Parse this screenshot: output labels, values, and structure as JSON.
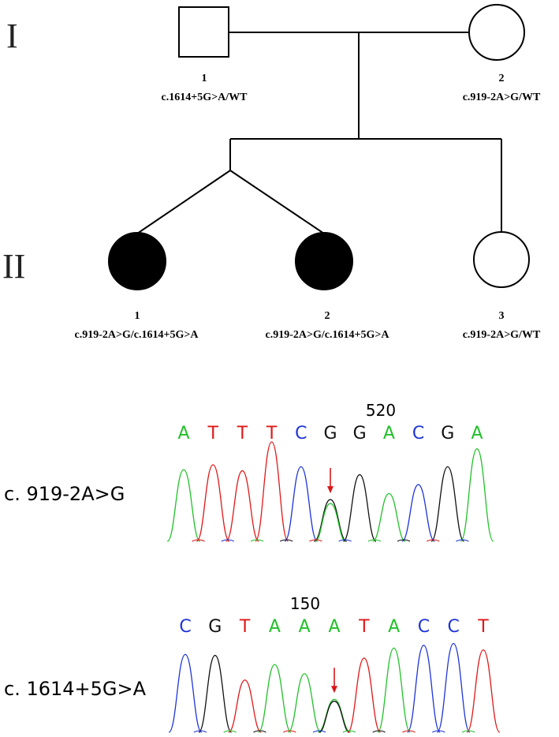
{
  "pedigree": {
    "generations": [
      "I",
      "II"
    ],
    "members": [
      {
        "id": "I-1",
        "sex": "male",
        "affected": false,
        "number": "1",
        "genotype": "c.1614+5G>A/WT"
      },
      {
        "id": "I-2",
        "sex": "female",
        "affected": false,
        "number": "2",
        "genotype": "c.919-2A>G/WT"
      },
      {
        "id": "II-1",
        "sex": "female",
        "affected": true,
        "number": "1",
        "genotype": "c.919-2A>G/c.1614+5G>A"
      },
      {
        "id": "II-2",
        "sex": "female",
        "affected": true,
        "number": "2",
        "genotype": "c.919-2A>G/c.1614+5G>A"
      },
      {
        "id": "II-3",
        "sex": "female",
        "affected": false,
        "number": "3",
        "genotype": "c.919-2A>G/WT"
      }
    ]
  },
  "chromatograms": [
    {
      "variant": "c. 919-2A>G",
      "position_label": "520",
      "bases": [
        "A",
        "T",
        "T",
        "T",
        "C",
        "G",
        "G",
        "A",
        "C",
        "G",
        "A"
      ],
      "mutation_index": 5,
      "peak_heights": [
        0.72,
        0.77,
        0.71,
        1.0,
        0.75,
        0.42,
        0.67,
        0.48,
        0.57,
        0.75,
        0.93
      ],
      "double_peak_height": 0.38
    },
    {
      "variant": "c. 1614+5G>A",
      "position_label": "150",
      "bases": [
        "C",
        "G",
        "T",
        "A",
        "A",
        "A",
        "T",
        "A",
        "C",
        "C",
        "T"
      ],
      "mutation_index": 5,
      "peak_heights": [
        0.85,
        0.84,
        0.57,
        0.74,
        0.64,
        0.36,
        0.81,
        0.92,
        0.95,
        0.97,
        0.9
      ],
      "double_peak_height": 0.34
    }
  ],
  "colors": {
    "A": "#22c02a",
    "T": "#e01818",
    "C": "#1e34d8",
    "G": "#111111",
    "arrow": "#d81818",
    "line": "#000000"
  }
}
